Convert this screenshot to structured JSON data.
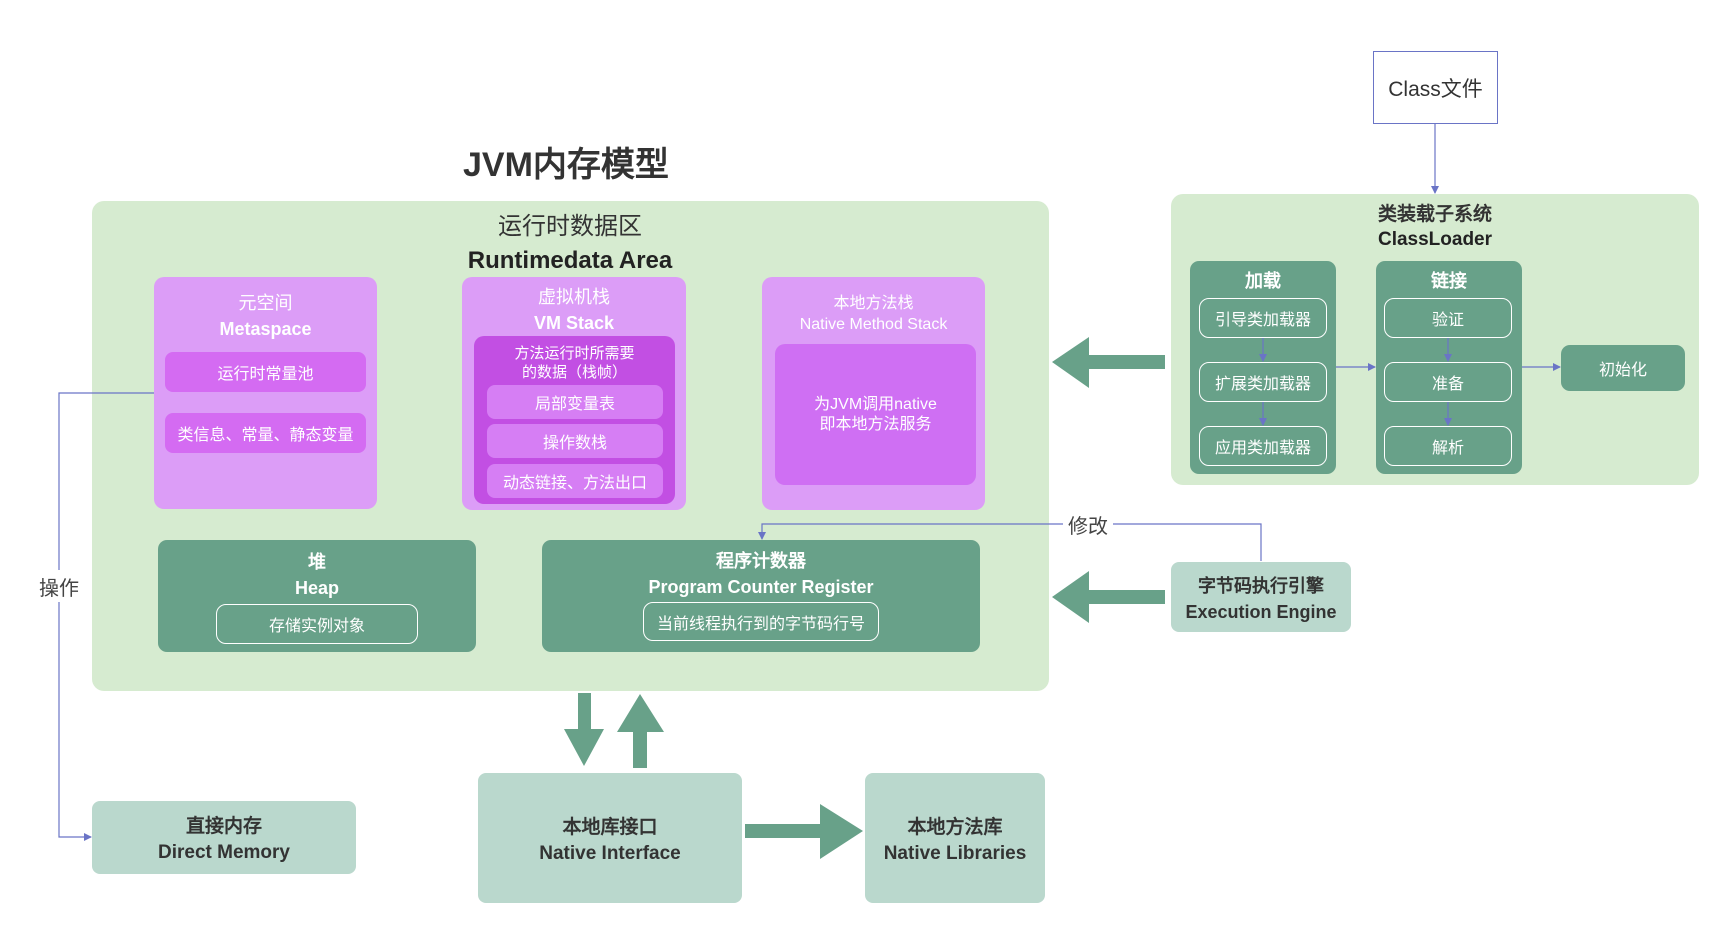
{
  "title": "JVM内存模型",
  "class_file": "Class文件",
  "runtime_area": {
    "title_cn": "运行时数据区",
    "title_en": "Runtimedata Area",
    "metaspace": {
      "title_cn": "元空间",
      "title_en": "Metaspace",
      "items": [
        "运行时常量池",
        "类信息、常量、静态变量"
      ]
    },
    "vm_stack": {
      "title_cn": "虚拟机栈",
      "title_en": "VM Stack",
      "frame_label_line1": "方法运行时所需要",
      "frame_label_line2": "的数据（栈帧）",
      "items": [
        "局部变量表",
        "操作数栈",
        "动态链接、方法出口"
      ]
    },
    "native_stack": {
      "title_cn": "本地方法栈",
      "title_en": "Native Method Stack",
      "desc_line1": "为JVM调用native",
      "desc_line2": "即本地方法服务"
    },
    "heap": {
      "title_cn": "堆",
      "title_en": "Heap",
      "item": "存储实例对象"
    },
    "pc_register": {
      "title_cn": "程序计数器",
      "title_en": "Program Counter Register",
      "item": "当前线程执行到的字节码行号"
    }
  },
  "classloader": {
    "title_cn": "类装载子系统",
    "title_en": "ClassLoader",
    "loading": {
      "title": "加载",
      "items": [
        "引导类加载器",
        "扩展类加载器",
        "应用类加载器"
      ]
    },
    "linking": {
      "title": "链接",
      "items": [
        "验证",
        "准备",
        "解析"
      ]
    },
    "init": "初始化"
  },
  "execution_engine": {
    "title_cn": "字节码执行引擎",
    "title_en": "Execution Engine"
  },
  "labels": {
    "modify": "修改",
    "operate": "操作"
  },
  "direct_memory": {
    "title_cn": "直接内存",
    "title_en": "Direct Memory"
  },
  "native_interface": {
    "title_cn": "本地库接口",
    "title_en": "Native Interface"
  },
  "native_libraries": {
    "title_cn": "本地方法库",
    "title_en": "Native Libraries"
  },
  "colors": {
    "area_green": "#d6ebd0",
    "dark_green": "#68a189",
    "light_green": "#bad8cd",
    "purple": "#dc9df7",
    "purple_dark": "#c24fe3",
    "connector": "#6a74c6"
  }
}
